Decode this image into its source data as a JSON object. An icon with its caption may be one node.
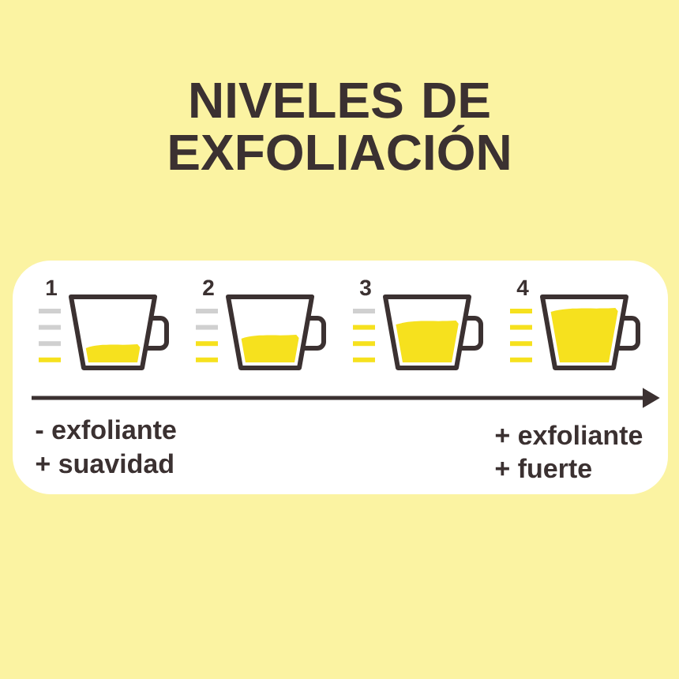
{
  "diagram": {
    "title": "NIVELES DE EXFOLIACIÓN",
    "labels": [
      "1",
      "2",
      "3",
      "4",
      "- exfoliante",
      "+ suavidad",
      "+ exfoliante",
      "+ fuerte"
    ]
  }
}
